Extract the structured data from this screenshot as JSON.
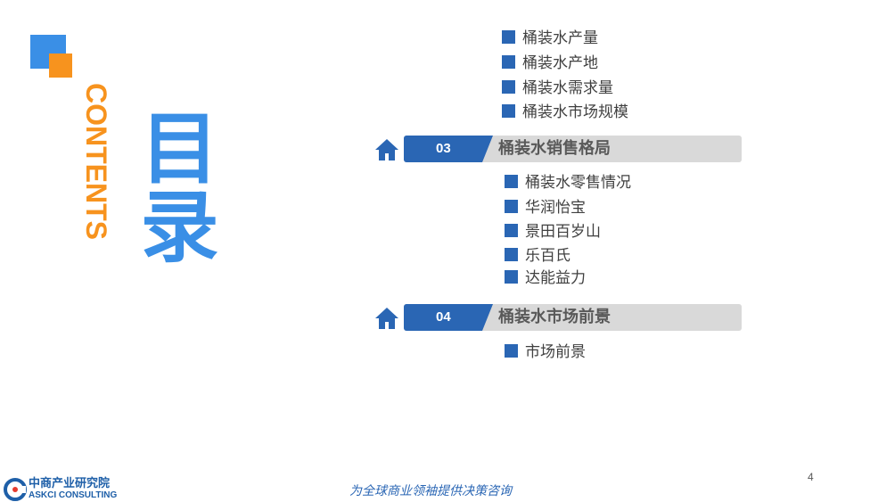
{
  "left_panel": {
    "contents_label": "CONTENTS",
    "title": "目录",
    "colors": {
      "blue": "#3a8fe6",
      "orange": "#f7931e"
    }
  },
  "top_items": [
    "桶装水产量",
    "桶装水产地",
    "桶装水需求量",
    "桶装水市场规模"
  ],
  "sections": [
    {
      "number": "03",
      "title": "桶装水销售格局",
      "icon": "home-icon",
      "items": [
        "桶装水零售情况",
        "华润怡宝",
        "景田百岁山",
        "乐百氏",
        "达能益力"
      ]
    },
    {
      "number": "04",
      "title": "桶装水市场前景",
      "icon": "home-icon",
      "items": [
        "市场前景"
      ]
    }
  ],
  "footer": {
    "page_number": "4",
    "slogan": "为全球商业领袖提供决策咨询",
    "logo_cn": "中商产业研究院",
    "logo_en": "ASKCI CONSULTING"
  },
  "accent_colors": {
    "section_blue": "#2a66b4",
    "bar_gray": "#d9d9d9"
  }
}
